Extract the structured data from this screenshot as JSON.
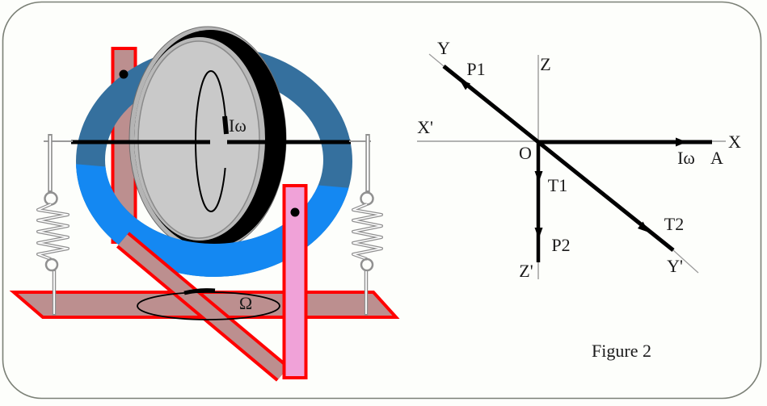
{
  "figure": {
    "caption": "Figure 2"
  },
  "palette": {
    "border": "#7b8076",
    "background": "#fdfefb",
    "ring_back": "#35709e",
    "ring_front": "#1488f2",
    "disk_face": "#c9c9c9",
    "disk_rim_silver": "#b4b4b4",
    "disk_tire": "#000000",
    "frame_fill": "#bc8f8f",
    "frame_stroke": "#ff0000",
    "post_pink": "#f0a2d8",
    "spring_gray": "#909090",
    "thin_axis_gray": "#9a9a9a",
    "line_black": "#000000"
  },
  "gyroscope": {
    "spin_label": "Iω",
    "precession_label": "Ω"
  },
  "axes": {
    "labels": {
      "y": "Y",
      "p1": "P1",
      "z": "Z",
      "x_prime": "X'",
      "origin": "O",
      "x": "X",
      "i_omega": "Iω",
      "a": "A",
      "t1": "T1",
      "p2": "P2",
      "z_prime": "Z'",
      "t2": "T2",
      "y_prime": "Y'"
    }
  }
}
